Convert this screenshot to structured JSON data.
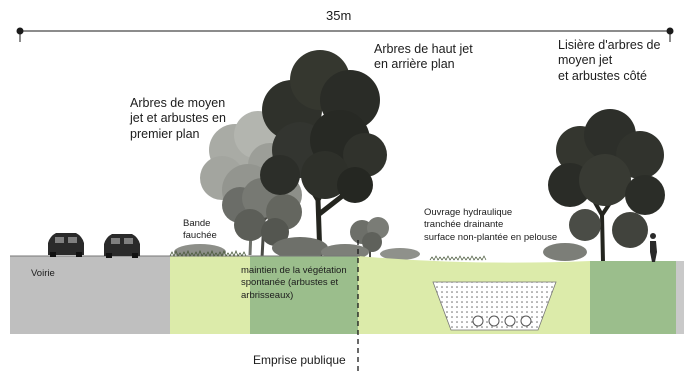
{
  "diagram": {
    "total_width": "35m",
    "labels": {
      "moyen_jet": "Arbres de moyen\njet et arbustes en\npremier plan",
      "haut_jet": "Arbres de haut jet\n en arrière  plan",
      "lisiere": "Lisière d'arbres de\nmoyen jet\net arbustes côté",
      "bande": "Bande\nfauchée",
      "ouvrage": "Ouvrage hydraulique\ntranchée drainante\nsurface non-plantée en pelouse",
      "voirie": "Voirie",
      "maintien": "maintien de la végétation\nspontanée (arbustes et\narbrisseaux)",
      "emprise": "Emprise publique"
    },
    "colors": {
      "road": "#bfbfbf",
      "light_green": "#dcebaa",
      "dark_green": "#9bbe8c",
      "trench_fill": "#ffffff",
      "tree_dark": "#2d2f2a",
      "tree_grey": "#8a8c86",
      "dimension_line": "#1a1a1a"
    }
  }
}
